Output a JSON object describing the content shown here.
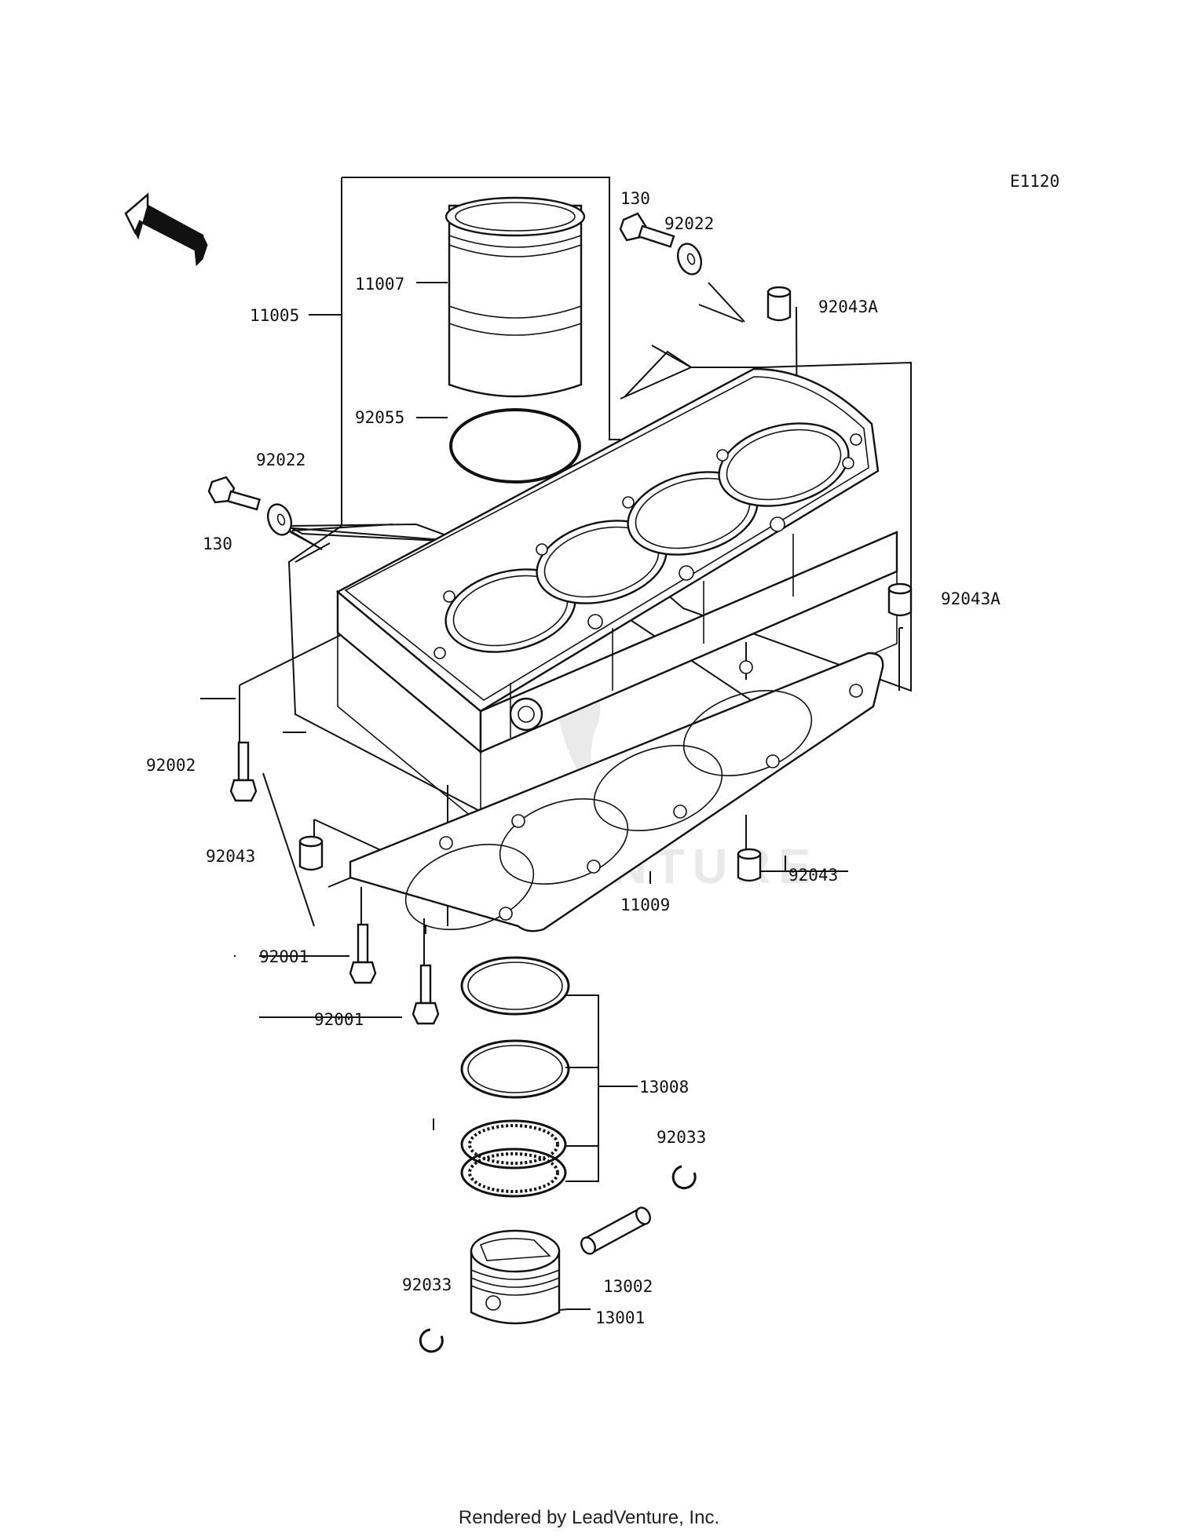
{
  "diagram_code": "E1120",
  "front_label": "FRONT",
  "watermark": "LEADVENTURE",
  "footer": "Rendered by LeadVenture, Inc.",
  "parts": {
    "p11005": "11005",
    "p11007": "11007",
    "p92055": "92055",
    "p130_top": "130",
    "p92022_top": "92022",
    "p92043A_top": "92043A",
    "p92022_left": "92022",
    "p130_left": "130",
    "p92043A_right": "92043A",
    "p92002": "92002",
    "p92043_left": "92043",
    "p92043_right": "92043",
    "p11009": "11009",
    "p92001_a": "92001",
    "p92001_b": "92001",
    "p13008": "13008",
    "p92033_right": "92033",
    "p13002": "13002",
    "p92033_left": "92033",
    "p13001": "13001"
  }
}
